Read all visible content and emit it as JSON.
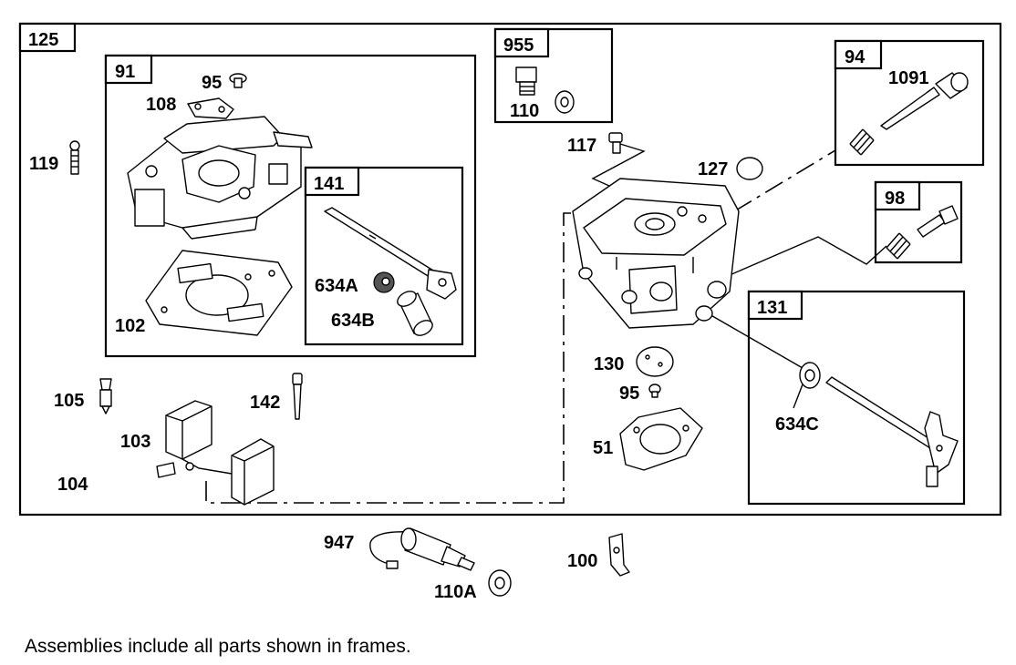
{
  "frames": {
    "f125": "125",
    "f91": "91",
    "f141": "141",
    "f955": "955",
    "f94": "94",
    "f98": "98",
    "f131": "131"
  },
  "parts": {
    "p95a": "95",
    "p108": "108",
    "p119": "119",
    "p102": "102",
    "p634a": "634A",
    "p634b": "634B",
    "p110": "110",
    "p117": "117",
    "p127": "127",
    "p1091": "1091",
    "p130": "130",
    "p95b": "95",
    "p51": "51",
    "p634c": "634C",
    "p105": "105",
    "p142": "142",
    "p103": "103",
    "p104": "104",
    "p947": "947",
    "p110a": "110A",
    "p100": "100"
  },
  "caption": "Assemblies include all parts shown in frames."
}
